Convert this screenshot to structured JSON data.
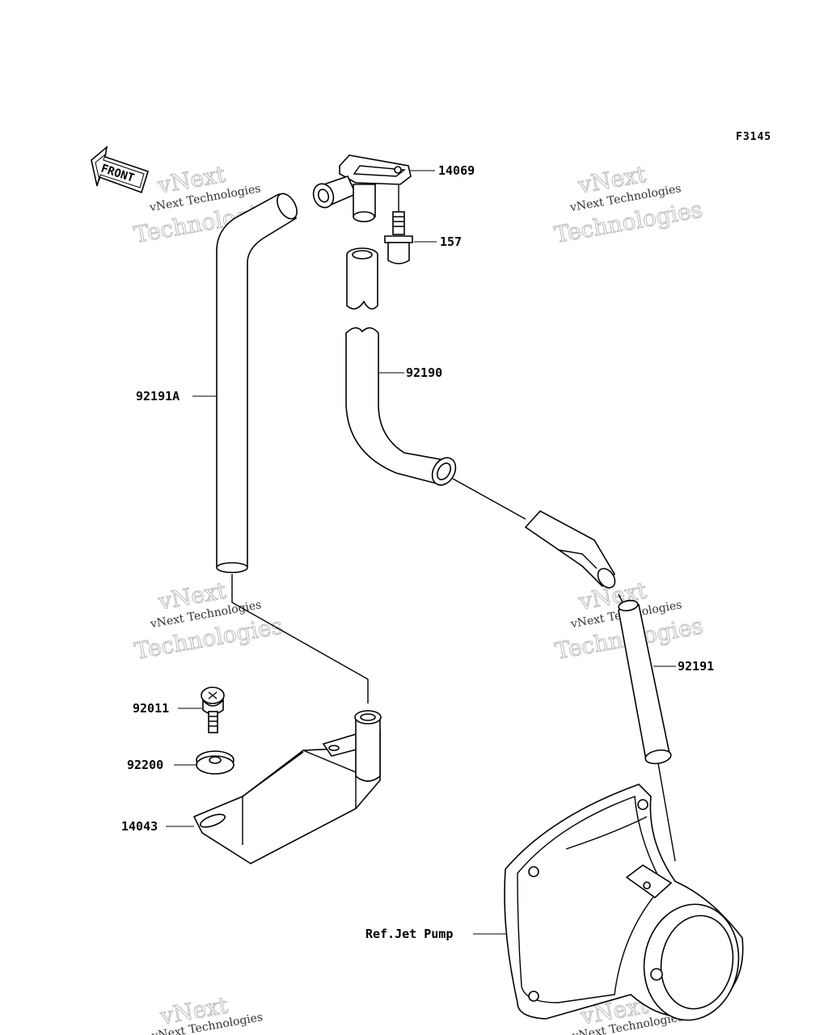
{
  "figure_code": "F3145",
  "front_label": "FRONT",
  "watermark": {
    "line1": "vNext Technologies",
    "big1": "vNext",
    "big2": "Technologies"
  },
  "parts": {
    "p14069": "14069",
    "p157": "157",
    "p92190": "92190",
    "p92191A": "92191A",
    "p92191": "92191",
    "p92011": "92011",
    "p92200": "92200",
    "p14043": "14043",
    "ref_jet_pump": "Ref.Jet Pump"
  }
}
